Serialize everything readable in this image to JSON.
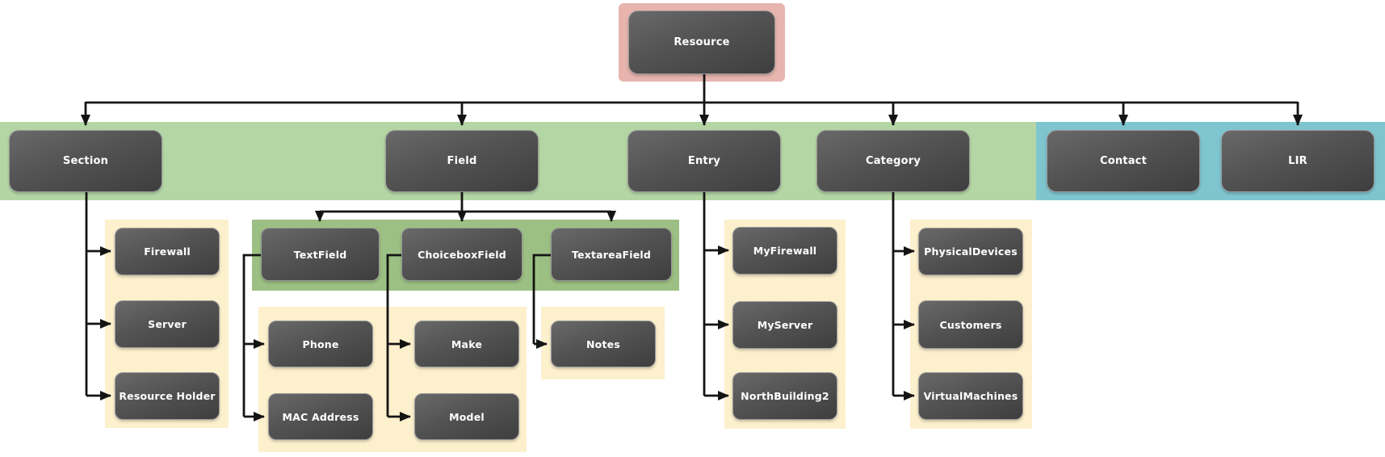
{
  "tree": {
    "label": "Resource",
    "children": [
      {
        "label": "Section",
        "children": [
          {
            "label": "Firewall"
          },
          {
            "label": "Server"
          },
          {
            "label": "Resource Holder"
          }
        ]
      },
      {
        "label": "Field",
        "children": [
          {
            "label": "TextField",
            "children": [
              {
                "label": "Phone"
              },
              {
                "label": "MAC Address"
              }
            ]
          },
          {
            "label": "ChoiceboxField",
            "children": [
              {
                "label": "Make"
              },
              {
                "label": "Model"
              }
            ]
          },
          {
            "label": "TextareaField",
            "children": [
              {
                "label": "Notes"
              }
            ]
          }
        ]
      },
      {
        "label": "Entry",
        "children": [
          {
            "label": "MyFirewall"
          },
          {
            "label": "MyServer"
          },
          {
            "label": "NorthBuilding2"
          }
        ]
      },
      {
        "label": "Category",
        "children": [
          {
            "label": "PhysicalDevices"
          },
          {
            "label": "Customers"
          },
          {
            "label": "VirtualMachines"
          }
        ]
      },
      {
        "label": "Contact",
        "children": []
      },
      {
        "label": "LIR",
        "children": []
      }
    ]
  },
  "colors": {
    "resource_highlight": "#e7b4ae",
    "green_band": "#b4d6a4",
    "green_subpanel": "#9cc083",
    "yellow_panel": "#fdf0cd",
    "blue_band": "#7fc5cf",
    "node_fill_top": "#696969",
    "node_fill_bottom": "#3e3e3e",
    "node_text": "#ffffff",
    "connector": "#141414"
  }
}
